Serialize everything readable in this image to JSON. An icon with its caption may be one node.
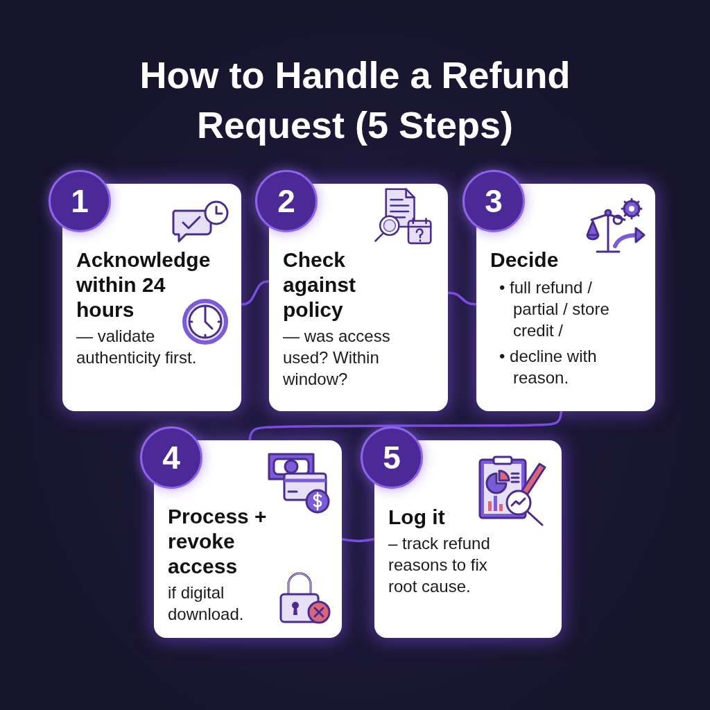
{
  "diagram": {
    "title": "How to Handle a Refund Request (5 Steps)",
    "nodes": [
      {
        "text": [
          "1",
          "Acknowledge within 24 hours",
          "— validate authenticity first."
        ]
      },
      {
        "text": [
          "2",
          "Check against policy",
          "— was access used? Within window?"
        ]
      },
      {
        "text": [
          "3",
          "Decide",
          "• full refund / partial / store credit /",
          "• decline with reason."
        ]
      },
      {
        "text": [
          "4",
          "Process + revoke access",
          "if digital download."
        ]
      },
      {
        "text": [
          "5",
          "Log it",
          "– track refund reasons to fix root cause."
        ]
      }
    ],
    "edges": [
      {
        "from": 0,
        "to": 1,
        "arrow": "none"
      },
      {
        "from": 1,
        "to": 2,
        "arrow": "none"
      },
      {
        "from": 2,
        "to": 3,
        "arrow": "none"
      },
      {
        "from": 3,
        "to": 4,
        "arrow": "none"
      }
    ]
  }
}
